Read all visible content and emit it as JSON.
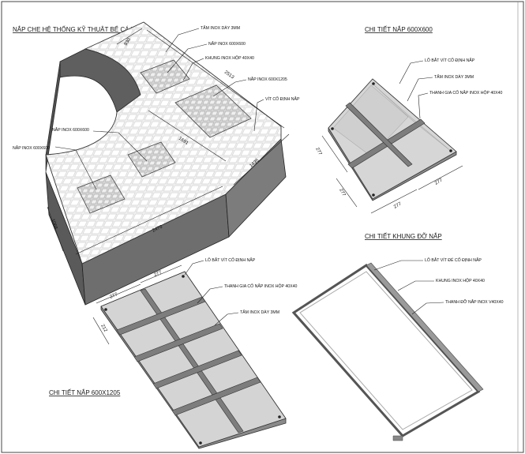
{
  "titles": {
    "main": "NẮP CHE HỆ THỐNG KỸ THUẬT BỂ CÁ KOI",
    "detail_600": "CHI TIẾT NẮP 600X600",
    "detail_frame": "CHI TIẾT KHUNG ĐỠ NẮP",
    "detail_1205": "CHI TIẾT NẮP 600X1205"
  },
  "main_view": {
    "labels": {
      "tam_inox": "TẤM INOX DÀY 3MM",
      "nap_600_a": "NẮP INOX 600X600",
      "khung_inox": "KHUNG INOX HỘP 40X40",
      "nap_1205": "NẮP INOX 600X1205",
      "vit": "VÍT CỐ ĐỊNH NẮP",
      "nap_600_b": "NẮP INOX 600X600",
      "nap_600_c": "NẮP INOX 600X600"
    },
    "dims": {
      "d930": "930",
      "d2513": "2513",
      "d1691": "1691",
      "d1435": "1435",
      "d2470": "2470",
      "d1068": "1068"
    }
  },
  "detail_600": {
    "labels": {
      "lo_bat": "LỖ BẮT VÍT CỐ ĐỊNH NẮP",
      "tam": "TẤM INOX DÀY 3MM",
      "thanh": "THANH GIA CỐ NẮP INOX HỘP 40X40"
    },
    "dims": {
      "a": "277",
      "b": "277",
      "c": "277",
      "d": "277"
    }
  },
  "detail_1205": {
    "labels": {
      "lo_bat": "LỖ BẮT VÍT CỐ ĐỊNH NẮP",
      "thanh": "THANH GIA CỐ NẮP INOX HỘP 40X40",
      "tam": "TẤM INOX DÀY 3MM"
    },
    "dims": {
      "a": "277",
      "b": "277",
      "c": "212"
    }
  },
  "detail_frame": {
    "labels": {
      "lo_bat": "LỖ BẮT VÍT ĐỂ CỐ ĐỊNH NẮP",
      "khung": "KHUNG INOX HỘP 40X40",
      "thanh": "THANH ĐỠ NẮP INOX V40X40"
    }
  }
}
